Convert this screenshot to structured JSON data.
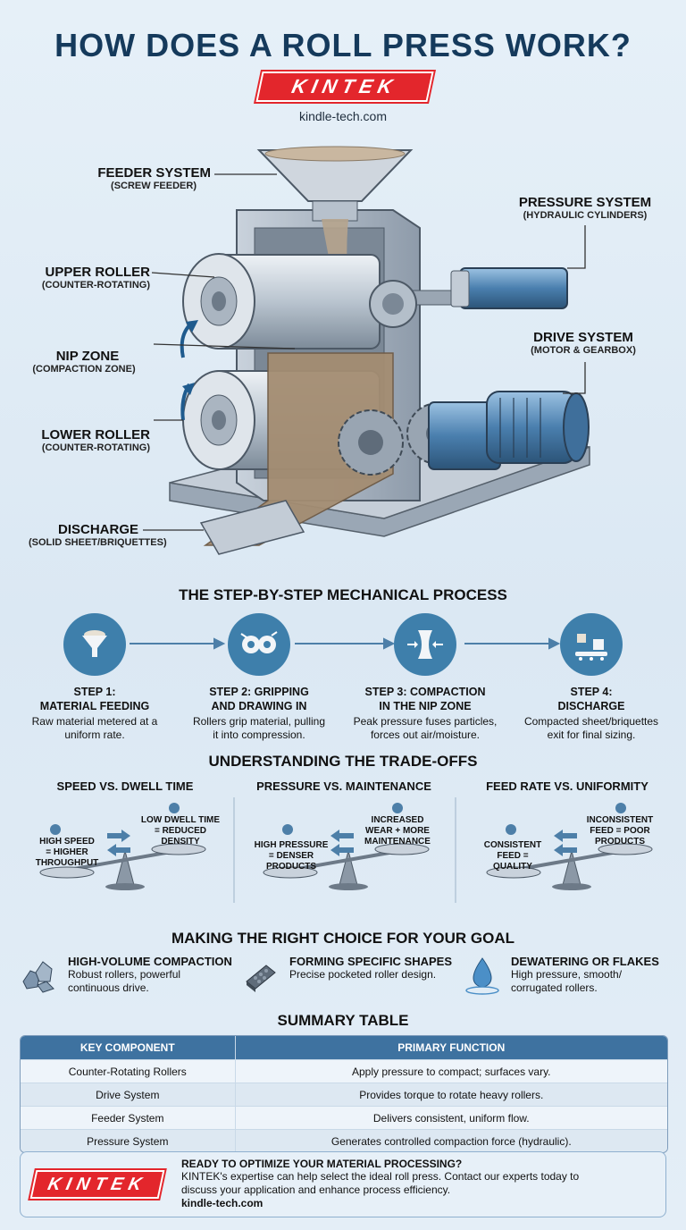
{
  "header": {
    "title": "HOW DOES A ROLL PRESS WORK?",
    "logo_text": "KINTEK",
    "website": "kindle-tech.com"
  },
  "diagram": {
    "labels": [
      {
        "id": "feeder",
        "main": "FEEDER SYSTEM",
        "sub": "(SCREW FEEDER)"
      },
      {
        "id": "upper",
        "main": "UPPER ROLLER",
        "sub": "(COUNTER-ROTATING)"
      },
      {
        "id": "nip",
        "main": "NIP ZONE",
        "sub": "(COMPACTION ZONE)"
      },
      {
        "id": "lower",
        "main": "LOWER ROLLER",
        "sub": "(COUNTER-ROTATING)"
      },
      {
        "id": "discharge",
        "main": "DISCHARGE",
        "sub": "(SOLID SHEET/BRIQUETTES)"
      },
      {
        "id": "pressure",
        "main": "PRESSURE SYSTEM",
        "sub": "(HYDRAULIC CYLINDERS)"
      },
      {
        "id": "drive",
        "main": "DRIVE SYSTEM",
        "sub": "(MOTOR & GEARBOX)"
      }
    ]
  },
  "process": {
    "title": "THE STEP-BY-STEP MECHANICAL PROCESS",
    "steps": [
      {
        "title1": "STEP 1:",
        "title2": "MATERIAL FEEDING",
        "desc1": "Raw material metered at a",
        "desc2": "uniform rate.",
        "icon": "funnel-icon"
      },
      {
        "title1": "STEP 2: GRIPPING",
        "title2": "AND DRAWING IN",
        "desc1": "Rollers grip material, pulling",
        "desc2": "it into compression.",
        "icon": "rollers-icon"
      },
      {
        "title1": "STEP 3: COMPACTION",
        "title2": "IN THE NIP ZONE",
        "desc1": "Peak pressure fuses particles,",
        "desc2": "forces out air/moisture.",
        "icon": "compress-icon"
      },
      {
        "title1": "STEP 4:",
        "title2": "DISCHARGE",
        "desc1": "Compacted sheet/briquettes",
        "desc2": "exit for final sizing.",
        "icon": "conveyor-icon"
      }
    ]
  },
  "tradeoffs": {
    "title": "UNDERSTANDING THE TRADE-OFFS",
    "items": [
      {
        "head": "SPEED VS. DWELL TIME",
        "left": [
          "HIGH SPEED",
          "= HIGHER",
          "THROUGHPUT"
        ],
        "right": [
          "LOW DWELL TIME",
          "= REDUCED",
          "DENSITY"
        ]
      },
      {
        "head": "PRESSURE VS. MAINTENANCE",
        "left": [
          "HIGH PRESSURE",
          "= DENSER",
          "PRODUCTS"
        ],
        "right": [
          "INCREASED",
          "WEAR + MORE",
          "MAINTENANCE"
        ]
      },
      {
        "head": "FEED RATE VS. UNIFORMITY",
        "left": [
          "CONSISTENT",
          "FEED =",
          "QUALITY"
        ],
        "right": [
          "INCONSISTENT",
          "FEED = POOR",
          "PRODUCTS"
        ]
      }
    ]
  },
  "choices": {
    "title": "MAKING THE RIGHT CHOICE FOR YOUR GOAL",
    "items": [
      {
        "title": "HIGH-VOLUME COMPACTION",
        "desc1": "Robust rollers, powerful",
        "desc2": "continuous drive.",
        "icon": "rocks-icon"
      },
      {
        "title": "FORMING SPECIFIC SHAPES",
        "desc1": "Precise pocketed roller design.",
        "desc2": "",
        "icon": "briquette-icon"
      },
      {
        "title": "DEWATERING OR FLAKES",
        "desc1": "High pressure, smooth/",
        "desc2": "corrugated rollers.",
        "icon": "droplet-icon"
      }
    ]
  },
  "summary": {
    "title": "SUMMARY TABLE",
    "headers": [
      "KEY COMPONENT",
      "PRIMARY FUNCTION"
    ],
    "rows": [
      [
        "Counter-Rotating Rollers",
        "Apply pressure to compact; surfaces vary."
      ],
      [
        "Drive System",
        "Provides torque to rotate heavy rollers."
      ],
      [
        "Feeder System",
        "Delivers consistent, uniform flow."
      ],
      [
        "Pressure System",
        "Generates controlled compaction force (hydraulic)."
      ]
    ]
  },
  "cta": {
    "logo_text": "KINTEK",
    "heading": "READY TO OPTIMIZE YOUR MATERIAL PROCESSING?",
    "line1": "KINTEK's expertise can help select the ideal roll press. Contact our experts today to",
    "line2": "discuss your application and enhance process efficiency.",
    "website": "kindle-tech.com"
  },
  "colors": {
    "brand_red": "#e3262c",
    "navy": "#153a5c",
    "steel_blue": "#3e7fab",
    "table_header": "#3e72a0"
  }
}
